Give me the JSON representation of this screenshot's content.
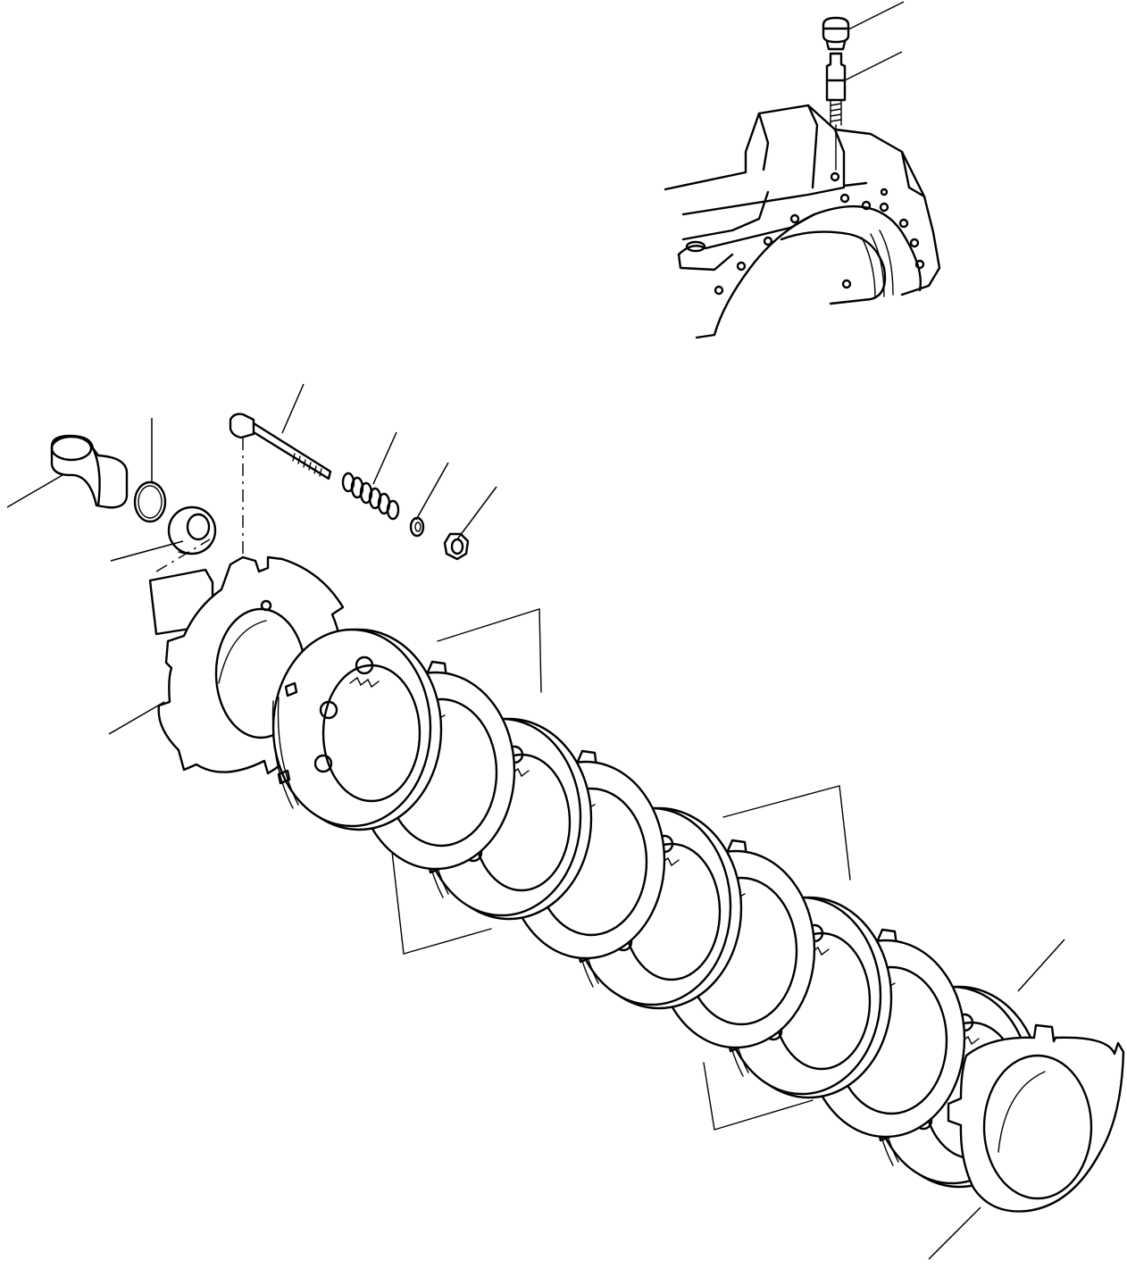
{
  "diagram": {
    "description_note": "",
    "parts": [
      {
        "name": "breather-cap"
      },
      {
        "name": "breather-tube"
      },
      {
        "name": "axle-housing"
      },
      {
        "name": "piston"
      },
      {
        "name": "o-ring"
      },
      {
        "name": "seal-ring"
      },
      {
        "name": "bolt"
      },
      {
        "name": "spring"
      },
      {
        "name": "washer"
      },
      {
        "name": "nut"
      },
      {
        "name": "brake-housing-plate"
      },
      {
        "name": "friction-disc"
      },
      {
        "name": "separator-plate"
      },
      {
        "name": "end-plate"
      }
    ],
    "disc_pack": {
      "friction_discs": 5,
      "separator_plates": 4
    }
  }
}
